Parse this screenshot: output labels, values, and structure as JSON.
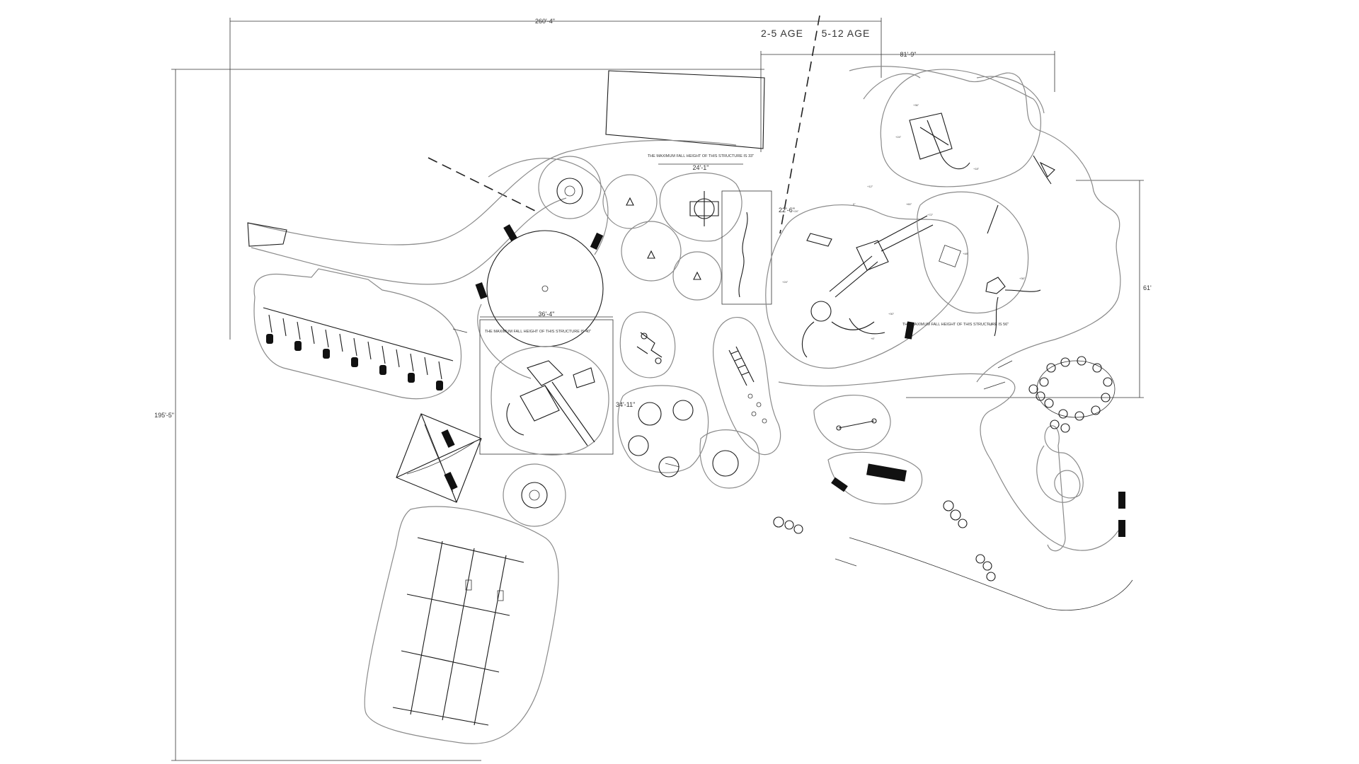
{
  "age_labels": {
    "left": "2-5 AGE",
    "right": "5-12 AGE"
  },
  "dimensions": {
    "overall_width": "260'-4\"",
    "overall_height": "195'-5\"",
    "zone_width": "81'-9\"",
    "zone_height": "61'",
    "structure_a_width": "36'-4\"",
    "structure_a_height": "34'-11\"",
    "structure_b_width": "24'-1\"",
    "structure_b_height": "22'-6\""
  },
  "fall_height_notes": {
    "structure_a": "THE MAXIMUM FALL HEIGHT OF THIS STRUCTURE IS 40\"",
    "structure_b": "THE MAXIMUM FALL HEIGHT OF THIS STRUCTURE IS 33\"",
    "structure_c": "THE MAXIMUM FALL HEIGHT OF THIS STRUCTURE IS 56\""
  },
  "elevations": [
    "+24\"",
    "+36\"",
    "+12\"",
    "+60\"",
    "+72\"",
    "+48\"",
    "+6\"",
    "0\"",
    "+18\"",
    "+30\""
  ],
  "colors": {
    "linework": "#1a1a1a",
    "surfacing_outline": "#8a8a8a",
    "background": "#ffffff"
  }
}
